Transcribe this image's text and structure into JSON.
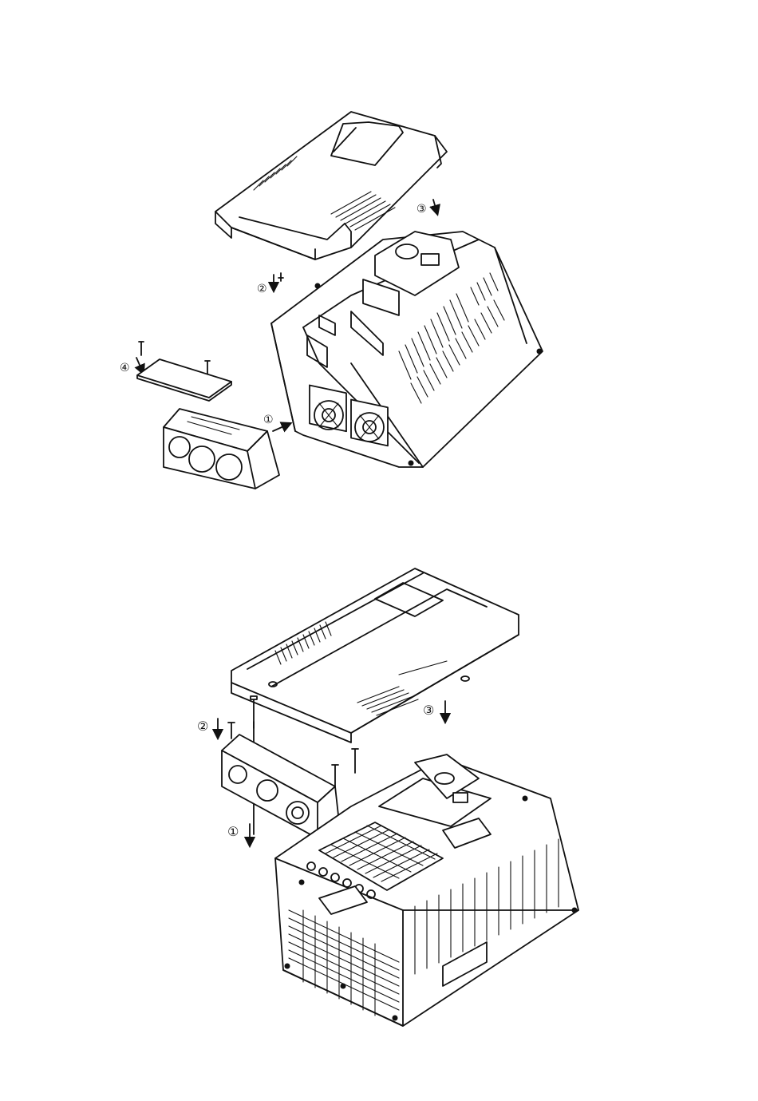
{
  "figures": [
    {
      "id": "upper",
      "step_labels": [
        "①",
        "②",
        "③",
        "④"
      ]
    },
    {
      "id": "lower",
      "step_labels": [
        "①",
        "②",
        "③"
      ]
    }
  ]
}
